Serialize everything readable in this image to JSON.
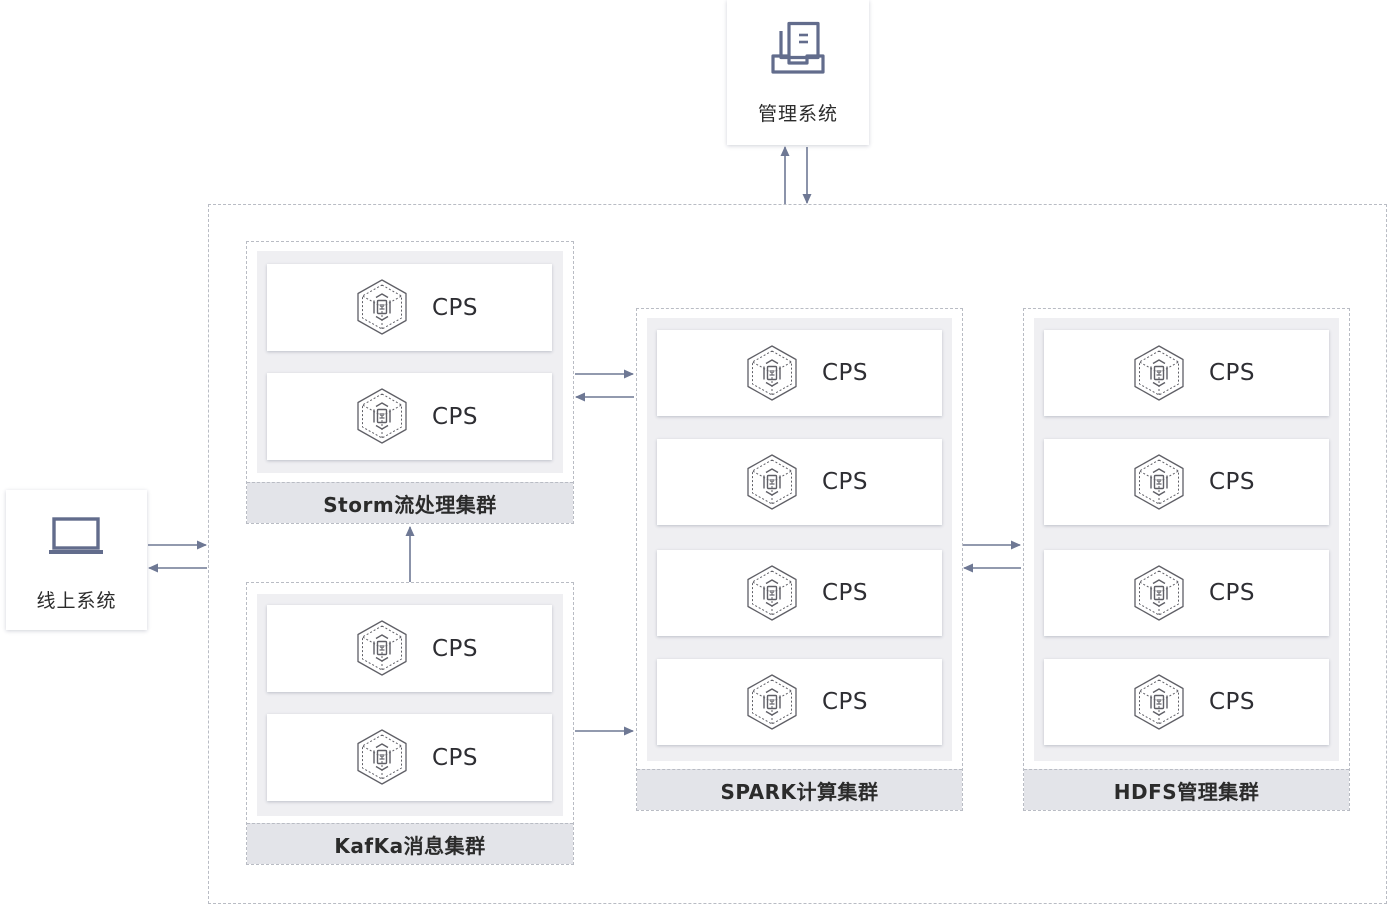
{
  "management_system": {
    "label": "管理系统",
    "icon": "document-tray-icon"
  },
  "online_system": {
    "label": "线上系统",
    "icon": "laptop-icon"
  },
  "node_label": "CPS",
  "clusters": {
    "storm": {
      "title": "Storm流处理集群"
    },
    "kafka": {
      "title": "KafKa消息集群"
    },
    "spark": {
      "title": "SPARK计算集群"
    },
    "hdfs": {
      "title": "HDFS管理集群"
    }
  },
  "colors": {
    "arrow": "#6e7894",
    "dashed_border": "#b9bcc4",
    "cluster_fill": "#efeff2",
    "cluster_title_fill": "#e3e4e9",
    "icon_stroke": "#5f5f66",
    "mgmt_icon": "#626c8c"
  }
}
